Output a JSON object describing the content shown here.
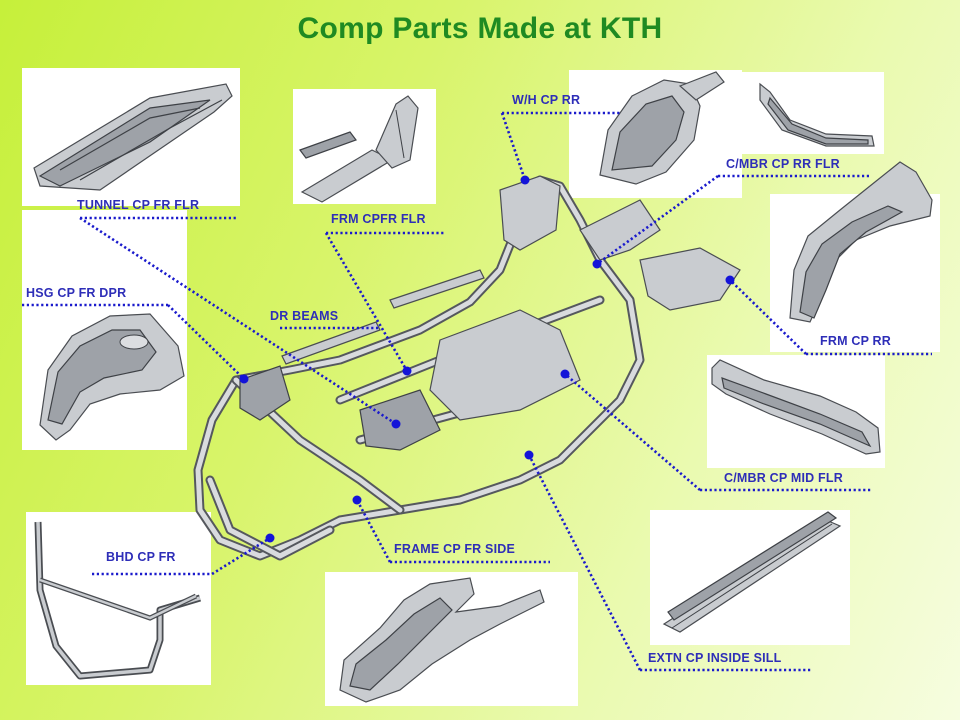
{
  "title": "Comp Parts Made at KTH",
  "labels": {
    "tunnel_cp_fr_flr": "TUNNEL CP FR FLR",
    "frm_cpfr_flr": "FRM CPFR FLR",
    "wh_cp_rr": "W/H CP RR",
    "cmbr_cp_rr_flr": "C/MBR CP RR FLR",
    "hsg_cp_fr_dpr": "HSG CP FR DPR",
    "dr_beams": "DR BEAMS",
    "frm_cp_rr": "FRM CP RR",
    "cmbr_cp_mid_flr": "C/MBR CP MID FLR",
    "bhd_cp_fr": "BHD CP FR",
    "frame_cp_fr_side": "FRAME CP FR SIDE",
    "extn_cp_inside_sill": "EXTN CP INSIDE SILL"
  },
  "colors": {
    "title": "#1f8a22",
    "label": "#2e2eb8",
    "leader": "#1a1acc",
    "background_start": "#c6f03a",
    "background_end": "#f6fde0"
  }
}
